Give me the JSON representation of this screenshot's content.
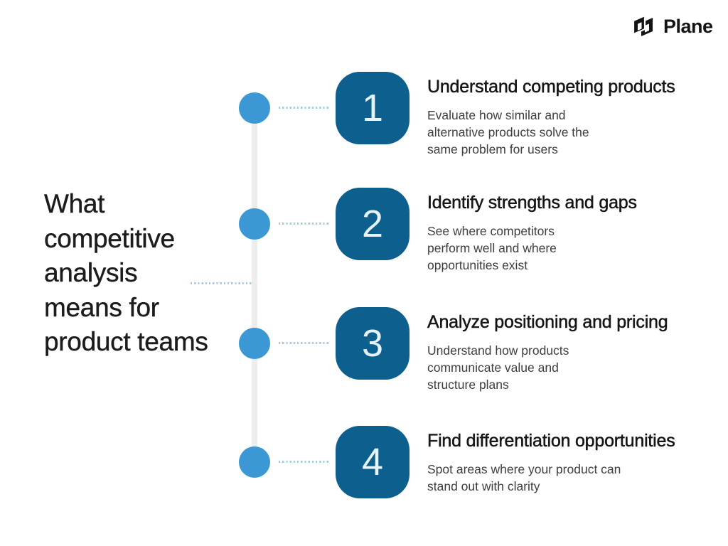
{
  "logo": {
    "text": "Plane",
    "icon": "plane-logo-icon"
  },
  "title": {
    "text": "What\ncompetitive\nanalysis\nmeans for\nproduct teams"
  },
  "steps": [
    {
      "number": "1",
      "heading": "Understand competing products",
      "body": "Evaluate how similar and\nalternative products solve the\nsame problem for users"
    },
    {
      "number": "2",
      "heading": "Identify strengths and gaps",
      "body": "See where competitors\nperform well and where\nopportunities exist"
    },
    {
      "number": "3",
      "heading": "Analyze positioning and pricing",
      "body": "Understand how products\ncommunicate value and\nstructure plans"
    },
    {
      "number": "4",
      "heading": "Find differentiation opportunities",
      "body": "Spot areas where your product can\nstand out with clarity"
    }
  ],
  "colors": {
    "background": "#ffffff",
    "tile": "#0d5f8e",
    "tile_number": "#e6f3fa",
    "node": "#3b98d5",
    "dot": "#9ecbe6",
    "line": "#ededed",
    "heading": "#161616",
    "body": "#3e3e3e",
    "title": "#1c1c1c",
    "logo": "#141414"
  }
}
